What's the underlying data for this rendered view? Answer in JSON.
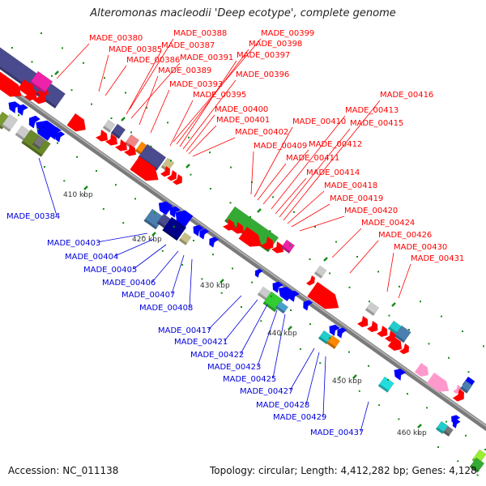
{
  "title": "Alteromonas macleodii 'Deep ecotype', complete genome",
  "footer": {
    "accession": "Accession: NC_011138",
    "stats": "Topology: circular; Length: 4,412,282 bp; Genes: 4,128"
  },
  "colors": {
    "backbone": "#8c8c8c",
    "forward_label": "#ff0000",
    "reverse_label": "#0000dd",
    "tick": "#1a8a1a"
  },
  "ticks": [
    {
      "label": "410 kbp"
    },
    {
      "label": "420 kbp"
    },
    {
      "label": "430 kbp"
    },
    {
      "label": "440 kbp"
    },
    {
      "label": "450 kbp"
    },
    {
      "label": "460 kbp"
    }
  ],
  "forward_labels": [
    "MADE_00380",
    "MADE_00385",
    "MADE_00386",
    "MADE_00388",
    "MADE_00387",
    "MADE_00391",
    "MADE_00389",
    "MADE_00393",
    "MADE_00395",
    "MADE_00399",
    "MADE_00398",
    "MADE_00397",
    "MADE_00396",
    "MADE_00400",
    "MADE_00401",
    "MADE_00402",
    "MADE_00409",
    "MADE_00410",
    "MADE_00411",
    "MADE_00412",
    "MADE_00413",
    "MADE_00414",
    "MADE_00415",
    "MADE_00416",
    "MADE_00418",
    "MADE_00419",
    "MADE_00420",
    "MADE_00424",
    "MADE_00426",
    "MADE_00430",
    "MADE_00431"
  ],
  "reverse_labels": [
    "MADE_00384",
    "MADE_00403",
    "MADE_00404",
    "MADE_00405",
    "MADE_00406",
    "MADE_00407",
    "MADE_00408",
    "MADE_00417",
    "MADE_00421",
    "MADE_00422",
    "MADE_00423",
    "MADE_00425",
    "MADE_00427",
    "MADE_00428",
    "MADE_00429",
    "MADE_00437"
  ]
}
